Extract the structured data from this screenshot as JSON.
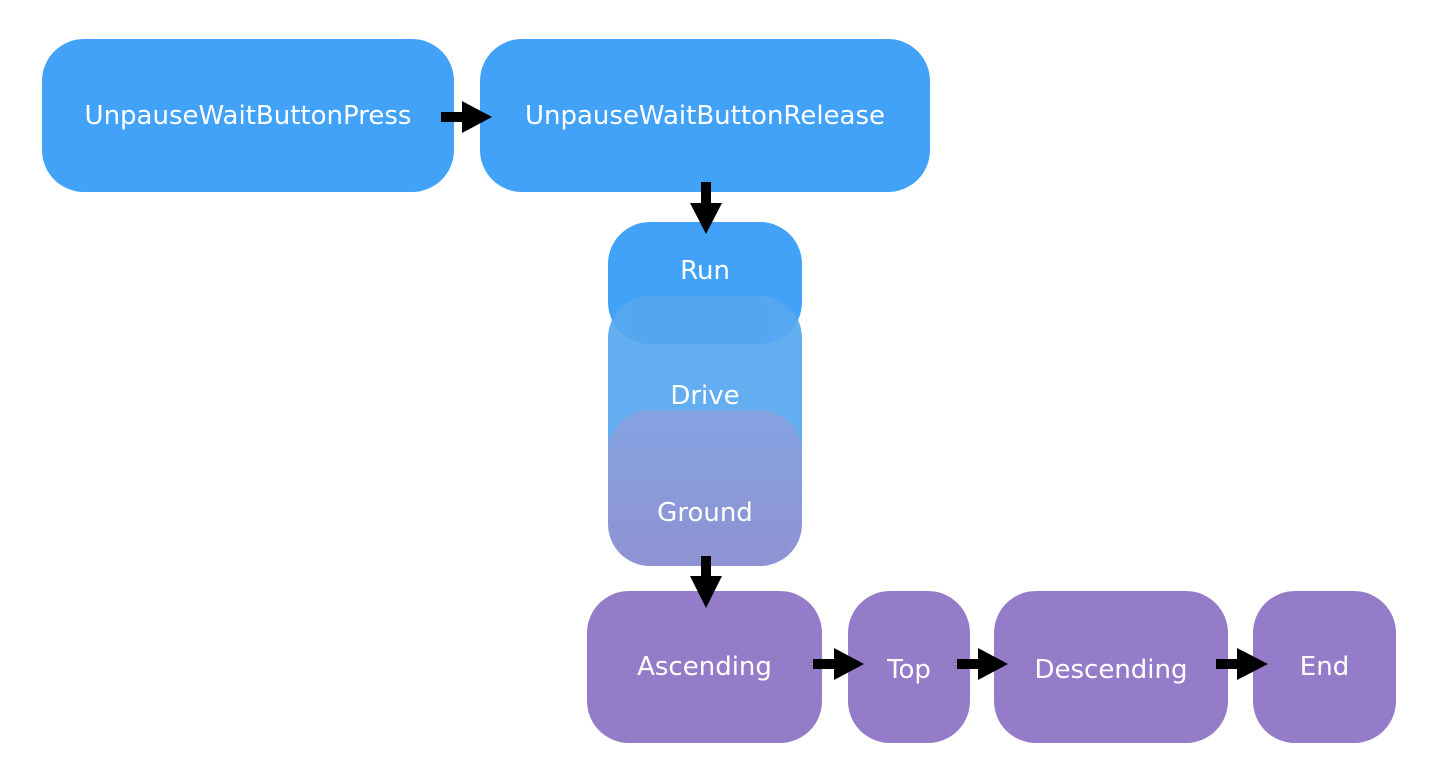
{
  "colors": {
    "blue": "#42a2f7",
    "purple": "#957cc8",
    "arrow": "#000000"
  },
  "nodes": {
    "unpause_press": "UnpauseWaitButtonPress",
    "unpause_release": "UnpauseWaitButtonRelease",
    "run": "Run",
    "drive": "Drive",
    "ground": "Ground",
    "ascending": "Ascending",
    "top": "Top",
    "descending": "Descending",
    "end": "End"
  },
  "edges": [
    [
      "UnpauseWaitButtonPress",
      "UnpauseWaitButtonRelease"
    ],
    [
      "UnpauseWaitButtonRelease",
      "Run"
    ],
    [
      "Ground",
      "Ascending"
    ],
    [
      "Ascending",
      "Top"
    ],
    [
      "Top",
      "Descending"
    ],
    [
      "Descending",
      "End"
    ]
  ]
}
